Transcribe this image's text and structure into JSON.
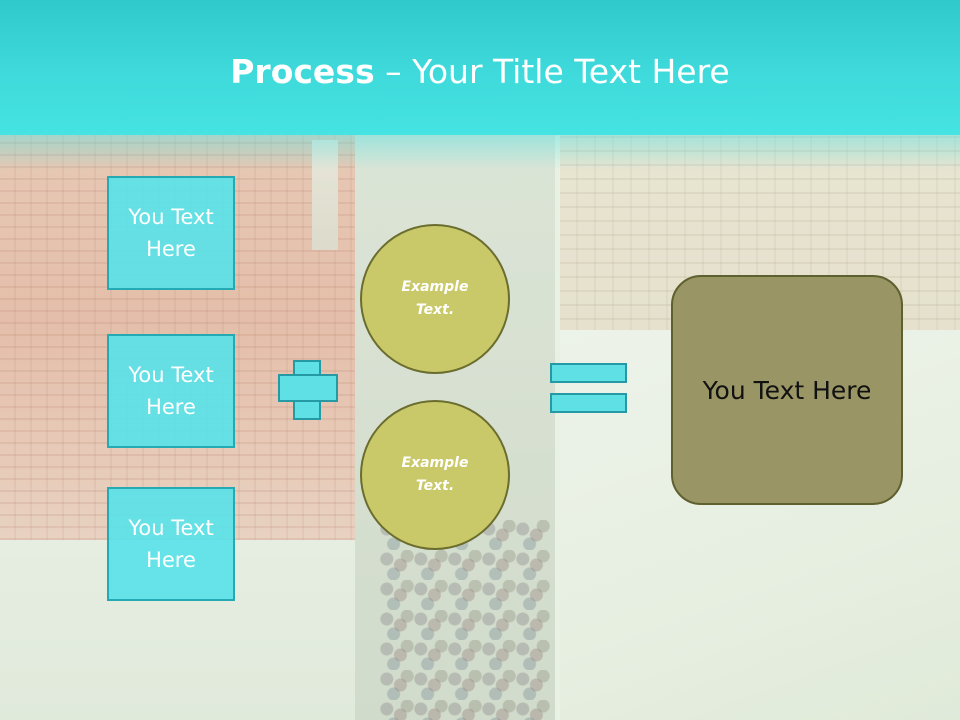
{
  "slide": {
    "title_bold": "Process",
    "title_dash": "–",
    "title_rest": "Your Title Text Here"
  },
  "left_boxes": [
    {
      "label": "You Text Here"
    },
    {
      "label": "You Text Here"
    },
    {
      "label": "You Text Here"
    }
  ],
  "circles": [
    {
      "label": "Example Text."
    },
    {
      "label": "Example Text."
    }
  ],
  "result": {
    "label": "You Text Here"
  },
  "colors": {
    "header": "#3fdadb",
    "accent": "#5fe0e4",
    "circle_fill": "#c9c96a",
    "result_fill": "#999564"
  },
  "icons": [
    "plus-icon",
    "equals-icon"
  ]
}
